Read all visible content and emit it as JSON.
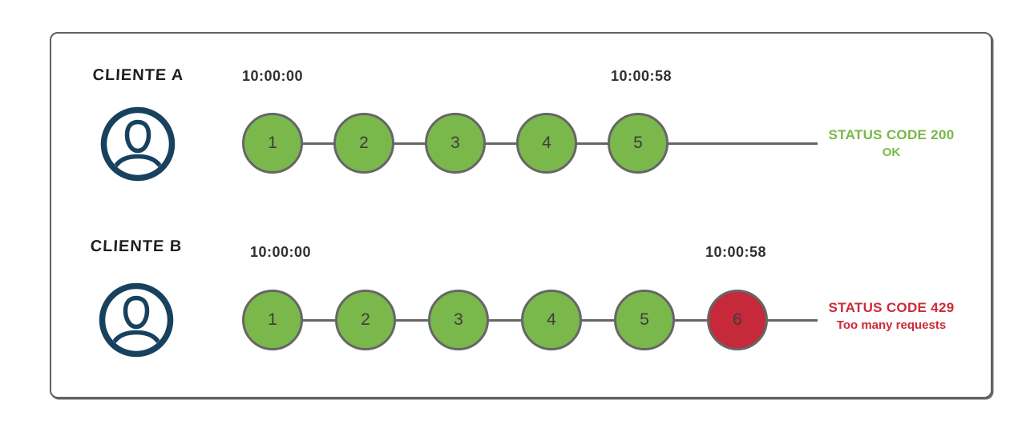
{
  "diagram": {
    "rows": [
      {
        "client": "CLIENTE A",
        "start_time": "10:00:00",
        "end_time": "10:00:58",
        "requests": [
          {
            "label": "1",
            "state": "ok"
          },
          {
            "label": "2",
            "state": "ok"
          },
          {
            "label": "3",
            "state": "ok"
          },
          {
            "label": "4",
            "state": "ok"
          },
          {
            "label": "5",
            "state": "ok"
          }
        ],
        "status_code_text": "STATUS CODE 200",
        "status_detail_text": "OK"
      },
      {
        "client": "CLIENTE B",
        "start_time": "10:00:00",
        "end_time": "10:00:58",
        "requests": [
          {
            "label": "1",
            "state": "ok"
          },
          {
            "label": "2",
            "state": "ok"
          },
          {
            "label": "3",
            "state": "ok"
          },
          {
            "label": "4",
            "state": "ok"
          },
          {
            "label": "5",
            "state": "ok"
          },
          {
            "label": "6",
            "state": "blocked"
          }
        ],
        "status_code_text": "STATUS CODE 429",
        "status_detail_text": "Too many requests"
      }
    ],
    "icons": {
      "user": "user-avatar-icon"
    },
    "colors": {
      "request_ok_fill": "#7ab84c",
      "request_blocked_fill": "#c5293a",
      "circle_border": "#666666",
      "connector_line": "#666666",
      "status_ok_text": "#77b845",
      "status_error_text": "#cd2a38",
      "user_icon_stroke": "#17415f",
      "frame_border": "#606060",
      "timestamp_text": "#303030",
      "client_label_text": "#1f1f1f"
    }
  }
}
